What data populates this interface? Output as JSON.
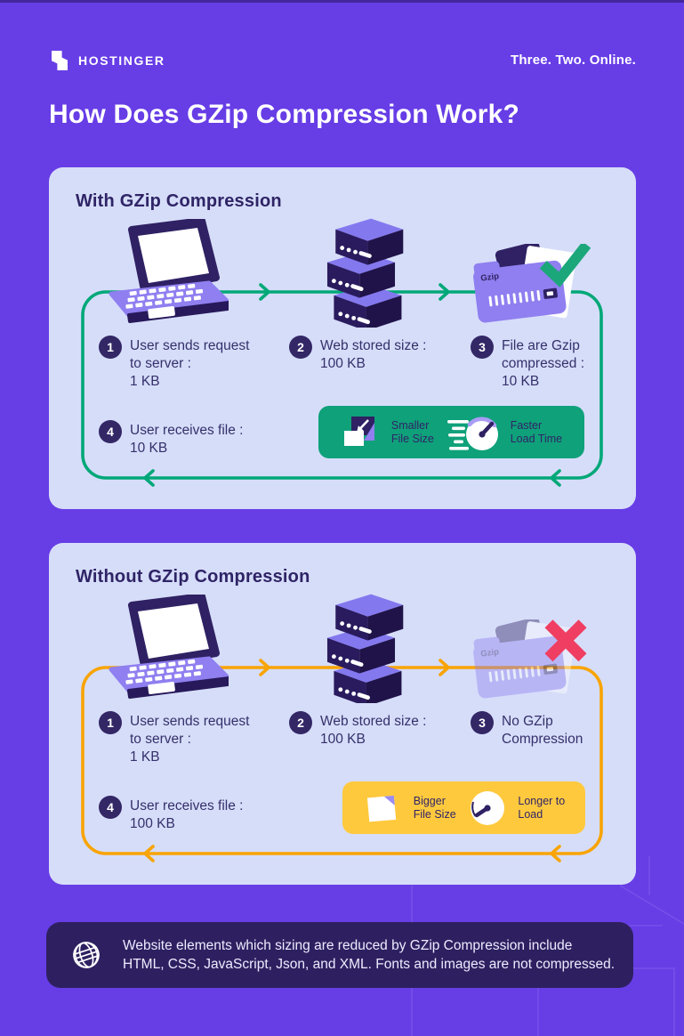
{
  "page": {
    "brand": {
      "name": "HOSTINGER",
      "tagline": "Three. Two. Online."
    },
    "title": "How Does GZip Compression Work?"
  },
  "colors": {
    "background_purple": "#673DE6",
    "card_background": "#D6DDF9",
    "dark_navy": "#2F2163",
    "route_green": "#00A878",
    "badge_green": "#0FA17A",
    "route_orange": "#F8A405",
    "badge_yellow": "#FFC93E",
    "cross_pink": "#EF3E62",
    "illustration_purple": "#8F7FF0"
  },
  "cards": [
    {
      "title": "With GZip Compression",
      "file_label": "Gzip",
      "file_status": "check",
      "steps": [
        {
          "num": "1",
          "lines": [
            "User sends request",
            "to server :",
            "1 KB"
          ]
        },
        {
          "num": "2",
          "lines": [
            "Web stored size :",
            "100 KB"
          ]
        },
        {
          "num": "3",
          "lines": [
            "File are Gzip",
            "compressed :",
            "10 KB"
          ]
        },
        {
          "num": "4",
          "lines": [
            "User receives file :",
            "10 KB"
          ]
        }
      ],
      "badge_items": [
        {
          "icon": "shrink-file-icon",
          "lines": [
            "Smaller",
            "File Size"
          ]
        },
        {
          "icon": "speedometer-fast-icon",
          "lines": [
            "Faster",
            "Load Time"
          ]
        }
      ]
    },
    {
      "title": "Without GZip Compression",
      "file_label": "Gzip",
      "file_status": "cross",
      "steps": [
        {
          "num": "1",
          "lines": [
            "User sends request",
            "to server :",
            "1 KB"
          ]
        },
        {
          "num": "2",
          "lines": [
            "Web stored size :",
            "100 KB"
          ]
        },
        {
          "num": "3",
          "lines": [
            "No GZip",
            "Compression"
          ]
        },
        {
          "num": "4",
          "lines": [
            "User receives file :",
            "100 KB"
          ]
        }
      ],
      "badge_items": [
        {
          "icon": "big-file-icon",
          "lines": [
            "Bigger",
            "File Size"
          ]
        },
        {
          "icon": "speedometer-slow-icon",
          "lines": [
            "Longer to",
            "Load"
          ]
        }
      ]
    }
  ],
  "footer": {
    "lines": [
      "Website elements which sizing are reduced by GZip Compression include",
      "HTML, CSS, JavaScript, Json, and XML. Fonts and images are not compressed."
    ]
  }
}
